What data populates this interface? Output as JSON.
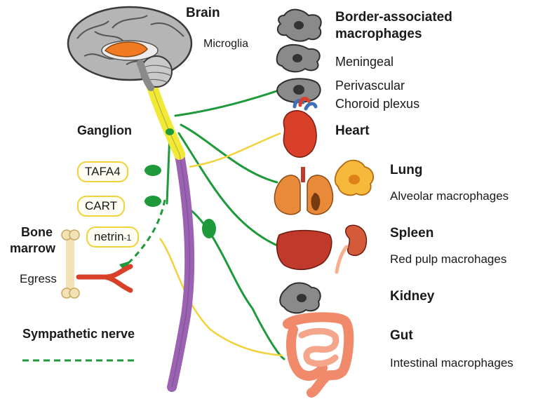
{
  "brain": {
    "title": "Brain",
    "microglia": "Microglia"
  },
  "bam": {
    "title_line1": "Border-associated",
    "title_line2": "macrophages",
    "items": [
      "Meningeal",
      "Perivascular",
      "Choroid plexus"
    ]
  },
  "ganglion": "Ganglion",
  "neuropeptides": [
    "TAFA4",
    "CART"
  ],
  "netrin": {
    "base": "netrin",
    "suffix": "-1"
  },
  "bone_marrow": {
    "line1": "Bone",
    "line2": "marrow",
    "egress": "Egress"
  },
  "organs": {
    "heart": {
      "name": "Heart"
    },
    "lung": {
      "name": "Lung",
      "cells": "Alveolar macrophages"
    },
    "spleen": {
      "name": "Spleen",
      "cells": "Red pulp macrohages"
    },
    "kidney": {
      "name": "Kidney"
    },
    "gut": {
      "name": "Gut",
      "cells": "Intestinal macrophages"
    }
  },
  "legend": {
    "label": "Sympathetic nerve"
  },
  "colors": {
    "nerve_green": "#1e9a3a",
    "nerve_yellow": "#f2d23a",
    "spinal_yellow": "#f2e836",
    "spinal_purple": "#9b62b4",
    "brain_gray": "#a8a8a8",
    "corpus_orange": "#f07b22",
    "macrophage_gray": "#8a8a8a",
    "heart_red": "#d8402a",
    "lung_orange": "#e98a3a",
    "spleen_red": "#c0392b",
    "kidney_red": "#d45a3a",
    "gut_salmon": "#f08a6a",
    "bone": "#f3e2b6"
  }
}
